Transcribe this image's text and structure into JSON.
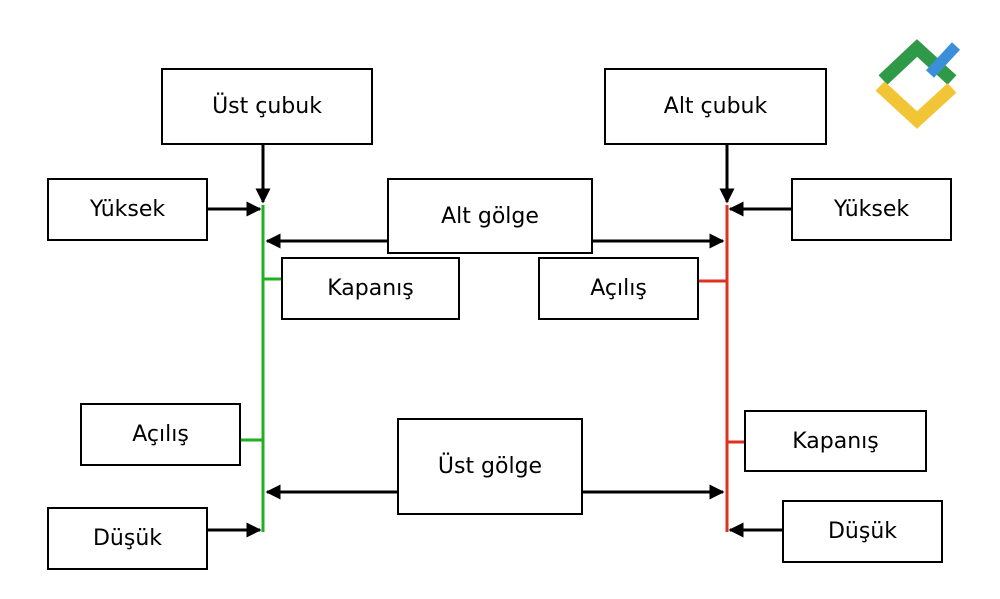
{
  "colors": {
    "bullish": "#20b020",
    "bearish": "#e03020",
    "arrow": "#000000",
    "logo_green": "#2e9a48",
    "logo_blue": "#3a8fd8",
    "logo_yellow": "#f2c537"
  },
  "labels": {
    "upper_bar": "Üst çubuk",
    "lower_bar": "Alt çubuk",
    "high_left": "Yüksek",
    "high_right": "Yüksek",
    "lower_shadow": "Alt gölge",
    "close_left": "Kapanış",
    "open_right": "Açılış",
    "open_left": "Açılış",
    "upper_shadow": "Üst gölge",
    "close_right": "Kapanış",
    "low_left": "Düşük",
    "low_right": "Düşük"
  },
  "logo": {
    "icon": "brand-logo-icon"
  }
}
